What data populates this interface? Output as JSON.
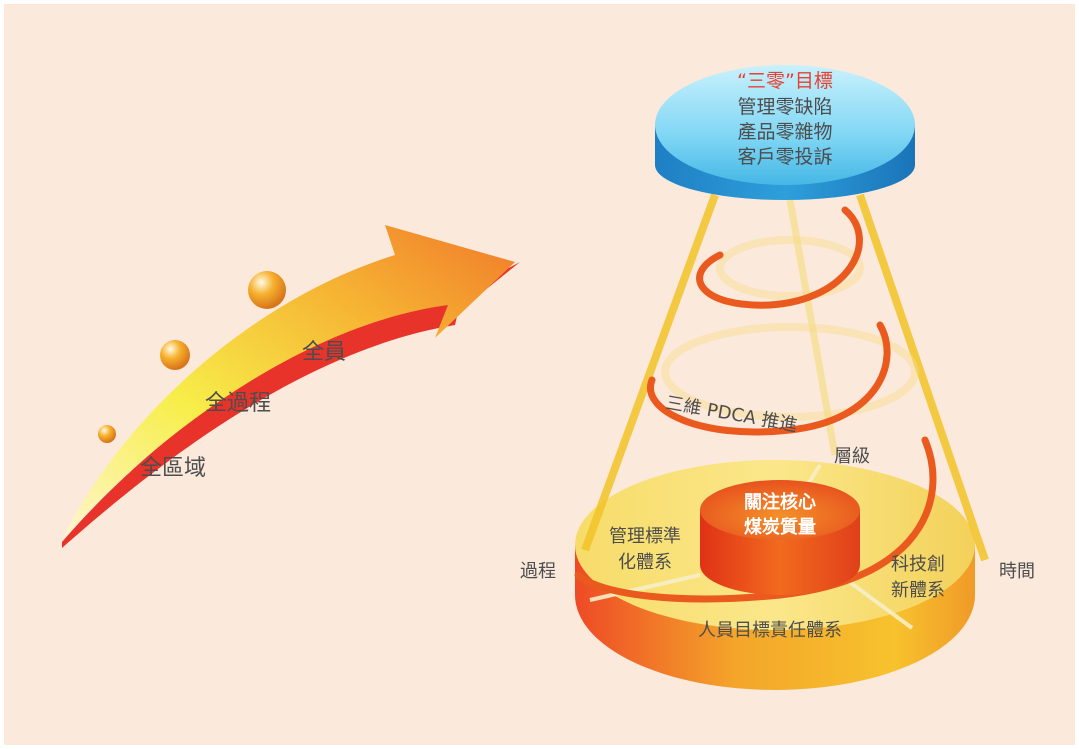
{
  "arrow": {
    "labels": [
      "全區域",
      "全過程",
      "全員"
    ]
  },
  "cone": {
    "top_title": "“三零”目標",
    "top_lines": [
      "管理零缺陷",
      "產品零雜物",
      "客戶零投訴"
    ],
    "spiral_label": "三維 PDCA 推進",
    "axis_level": "層級",
    "axis_process": "過程",
    "axis_time": "時間",
    "core_lines": [
      "關注核心",
      "煤炭質量"
    ],
    "sector_left_lines": [
      "管理標準",
      "化體系"
    ],
    "sector_right_lines": [
      "科技創",
      "新體系"
    ],
    "sector_bottom": "人員目標責任體系"
  },
  "colors": {
    "background": "#fbe9dc",
    "text": "#4d4d4d",
    "title_red": "#e8402f",
    "arrow_red": "#e8332a",
    "spiral": "#ea5a1e",
    "cone_gold": "#f2c21a",
    "top_blue": "#2b9bd6"
  }
}
